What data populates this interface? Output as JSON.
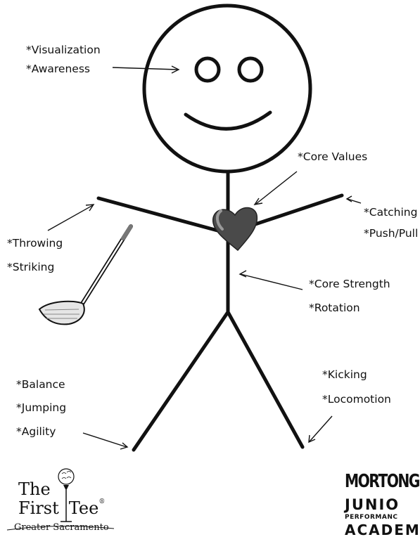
{
  "labels": {
    "visualization": "*Visualization",
    "awareness": "*Awareness",
    "core_values": "*Core Values",
    "catching": "*Catching",
    "push_pull": "*Push/Pull",
    "throwing": "*Throwing",
    "striking": "*Striking",
    "core_strength": "*Core Strength",
    "rotation": "*Rotation",
    "balance": "*Balance",
    "jumping": "*Jumping",
    "agility": "*Agility",
    "kicking": "*Kicking",
    "locomotion": "*Locomotion"
  },
  "logos": {
    "first_tee_the": "The",
    "first_tee_first": "First",
    "first_tee_tee": "Tee",
    "first_tee_reg": "®",
    "first_tee_sub": "Greater Sacramento",
    "morton": "MORTONGOL",
    "junior": "JUNIO",
    "performance": "PERFORMANC",
    "academy": "ACADEM"
  },
  "colors": {
    "ink": "#111111",
    "heart": "#4a4a4a",
    "heart_highlight": "#8a8a8a"
  }
}
